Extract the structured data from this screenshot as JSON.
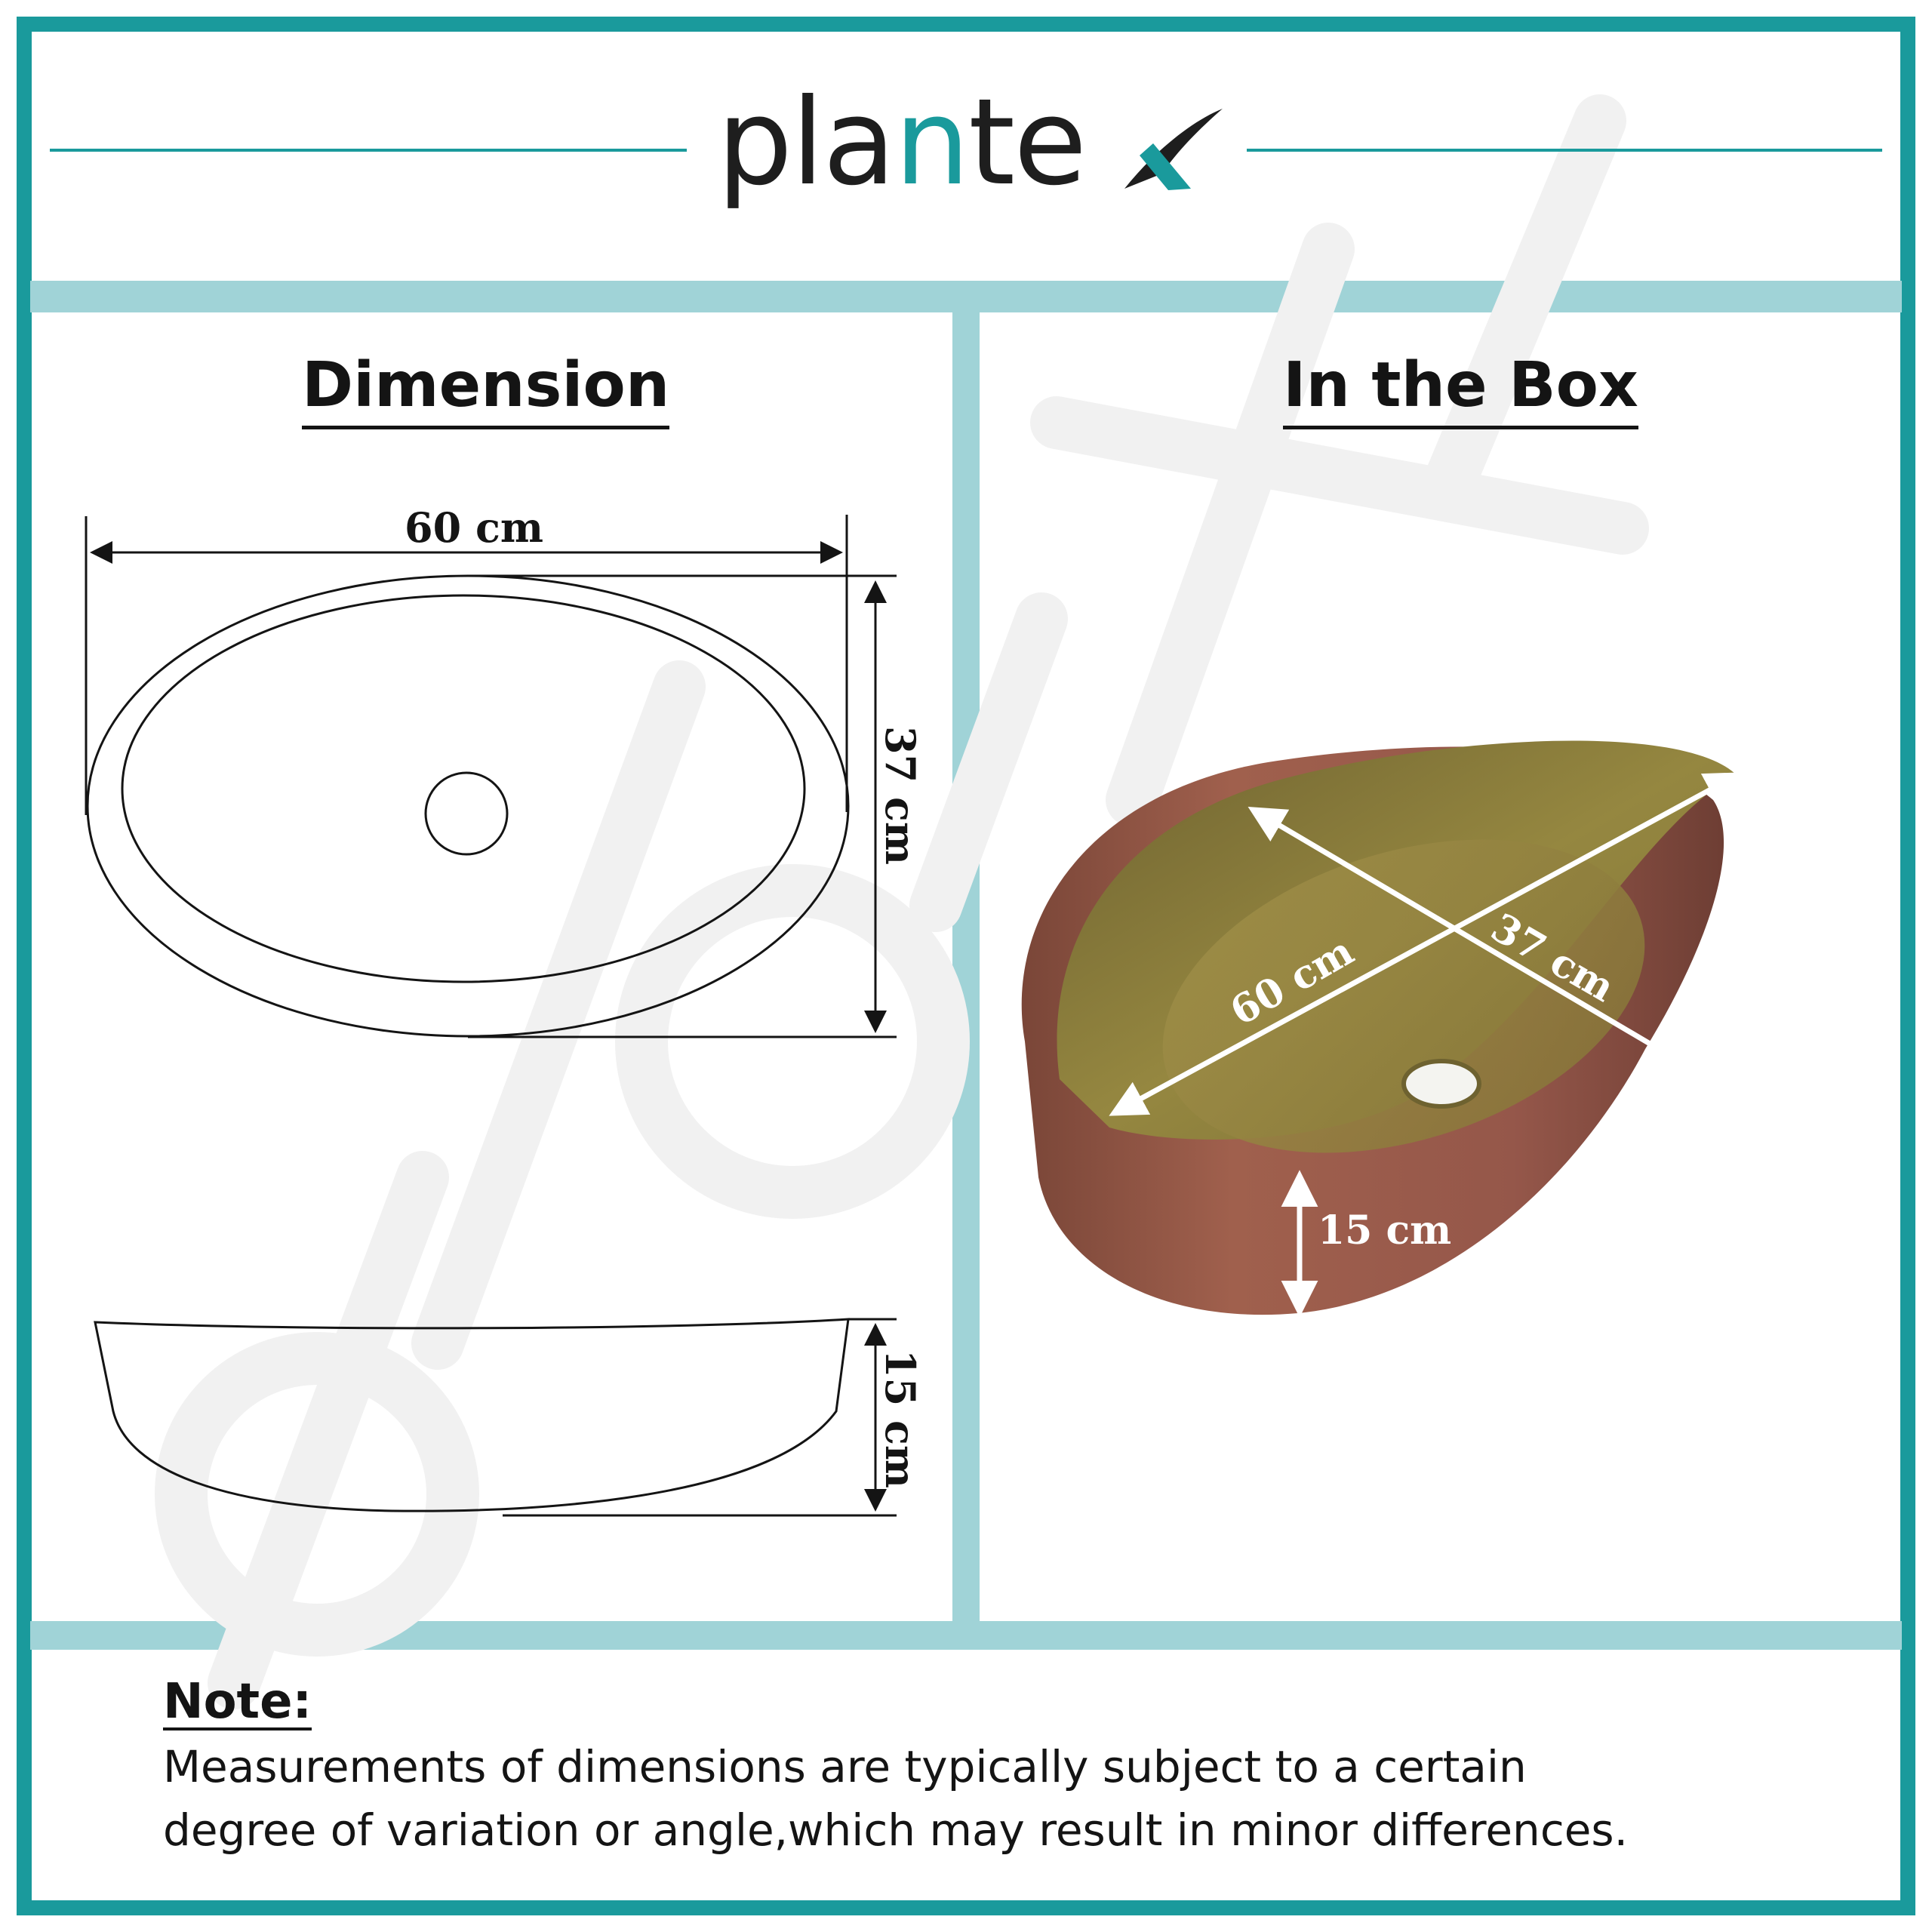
{
  "brand": {
    "name_start": "pla",
    "name_accent": "n",
    "name_end": "te",
    "accent_color": "#1a9a9c"
  },
  "dimension_section": {
    "title": "Dimension",
    "top_view": {
      "width_label": "60 cm",
      "depth_label": "37 cm"
    },
    "side_view": {
      "height_label": "15 cm"
    }
  },
  "box_section": {
    "title": "In the Box",
    "product_labels": {
      "length": "60 cm",
      "width": "37 cm",
      "height": "15 cm"
    }
  },
  "note": {
    "title": "Note:",
    "line1": "Measurements of dimensions are typically subject to a certain",
    "line2": "degree of variation or angle,which may result in minor differences."
  },
  "colors": {
    "frame": "#1a9a9c",
    "band": "#a0d3d7",
    "basin_outer": "#9a5848",
    "basin_inner": "#8a7a3a"
  }
}
